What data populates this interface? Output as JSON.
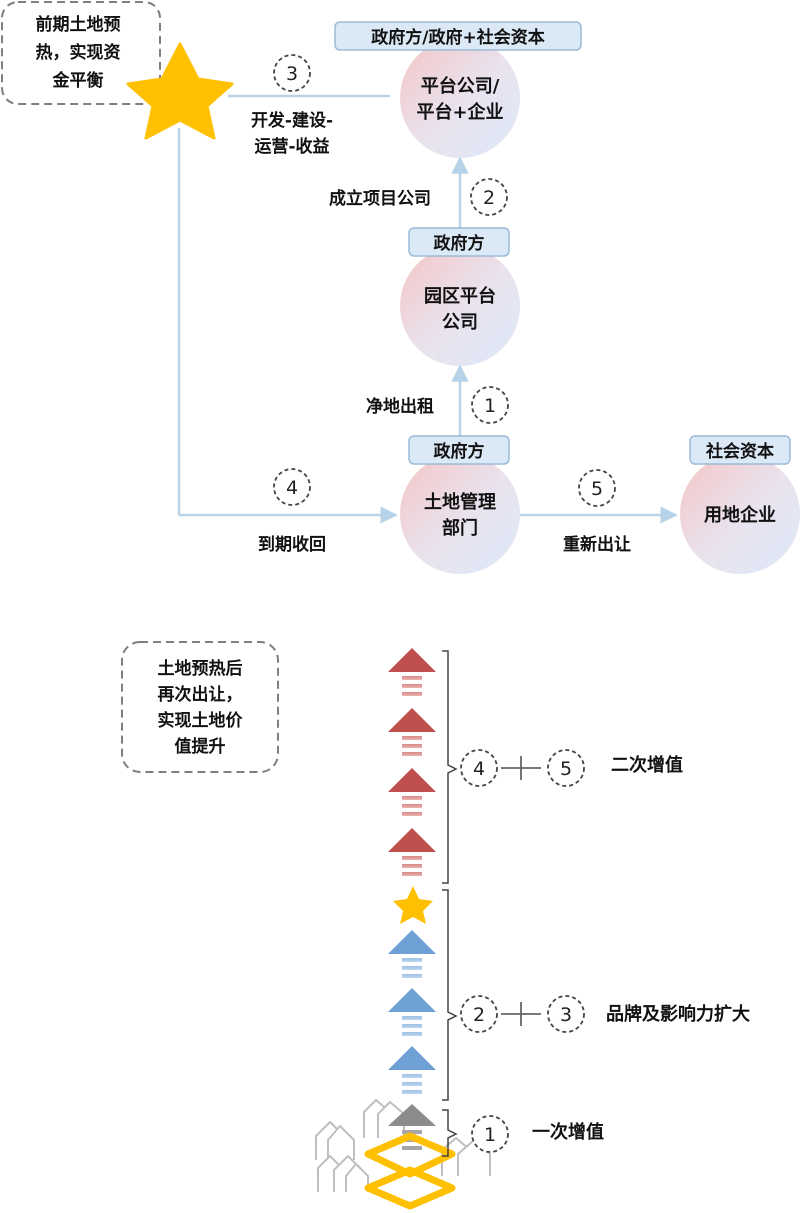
{
  "top": {
    "note": [
      "前期土地预",
      "热，实现资",
      "金平衡"
    ],
    "nodes": {
      "platform": {
        "tag": "政府方/政府+社会资本",
        "lines": [
          "平台公司/",
          "平台+企业"
        ]
      },
      "park": {
        "tag": "政府方",
        "lines": [
          "园区平台",
          "公司"
        ]
      },
      "land": {
        "tag": "政府方",
        "lines": [
          "土地管理",
          "部门"
        ]
      },
      "enterprise": {
        "tag": "社会资本",
        "lines": [
          "用地企业"
        ]
      }
    },
    "steps": {
      "s1": {
        "num": "1",
        "label": "净地出租"
      },
      "s2": {
        "num": "2",
        "label": "成立项目公司"
      },
      "s3": {
        "num": "3",
        "label": [
          "开发-建设-",
          "运营-收益"
        ]
      },
      "s4": {
        "num": "4",
        "label": "到期收回"
      },
      "s5": {
        "num": "5",
        "label": "重新出让"
      }
    }
  },
  "bottom": {
    "note": [
      "土地预热后",
      "再次出让，",
      "实现土地价",
      "值提升"
    ],
    "stages": {
      "second": {
        "nums": [
          "4",
          "5"
        ],
        "label": "二次增值"
      },
      "brand": {
        "nums": [
          "2",
          "3"
        ],
        "label": "品牌及影响力扩大"
      },
      "first": {
        "nums": [
          "1"
        ],
        "label": "一次增值"
      }
    }
  },
  "colors": {
    "flow_line": "#b8d3e8",
    "tag_fill": "#dbe8f5",
    "tag_stroke": "#9bbad8",
    "star": "#ffc000",
    "arrow_red": "#c0504d",
    "arrow_blue": "#6fa0d6",
    "arrow_gray": "#8c8c8c",
    "house": "#bfbfbf",
    "note_border": "#7f7f7f"
  }
}
